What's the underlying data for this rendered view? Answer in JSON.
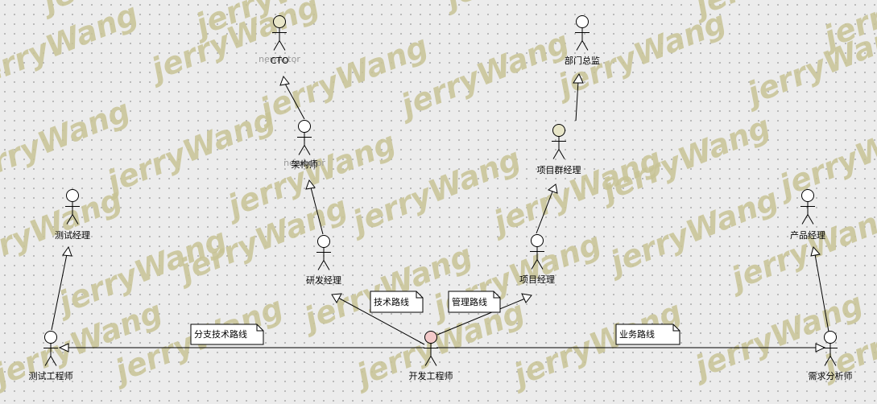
{
  "watermark": "jerryWang",
  "ghost_text": "newActor",
  "actors": {
    "cto": "CTO",
    "dept_director": "部门总监",
    "architect": "架构师",
    "program_manager": "项目群经理",
    "test_manager": "测试经理",
    "rd_manager": "研发经理",
    "project_manager": "项目经理",
    "product_manager": "产品经理",
    "tester": "测试工程师",
    "developer": "开发工程师",
    "analyst": "需求分析师"
  },
  "notes": {
    "tech_route": "技术路线",
    "mgmt_route": "管理路线",
    "branch_tech_route": "分支技术路线",
    "business_route": "业务路线"
  },
  "colors": {
    "actor_default": "#ffffff",
    "actor_highlight": "#e8e6c8",
    "actor_developer": "#f3c9c9",
    "watermark": "#c8c496"
  }
}
